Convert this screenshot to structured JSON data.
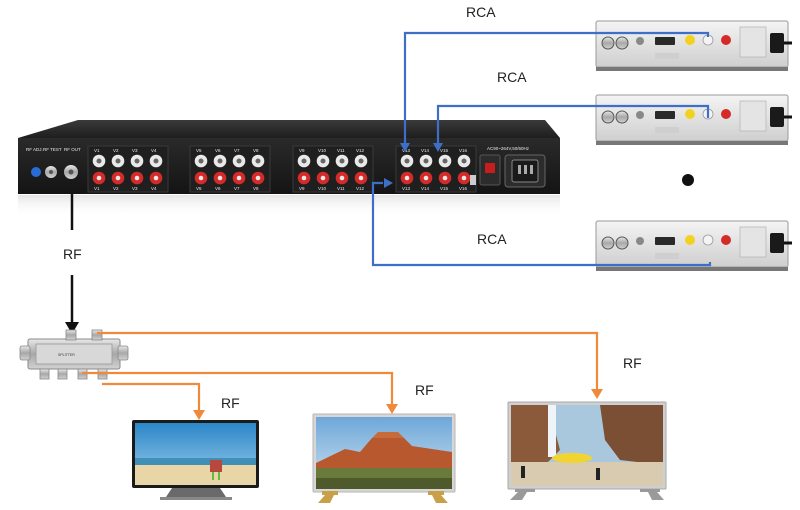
{
  "labels": {
    "rca_top": "RCA",
    "rca_middle": "RCA",
    "rca_bottom": "RCA",
    "rf_modulator": "RF",
    "rf_tv_small": "RF",
    "rf_tv_middle": "RF",
    "rf_tv_right": "RF"
  },
  "modulator": {
    "left_ports": [
      "RF ADJ.",
      "RF TEST",
      "RF OUT"
    ],
    "channel_groups": [
      {
        "top": [
          "V1",
          "V2",
          "V3",
          "V4"
        ],
        "bottom": [
          "V1",
          "V2",
          "V3",
          "V4"
        ]
      },
      {
        "top": [
          "V5",
          "V6",
          "V7",
          "V8"
        ],
        "bottom": [
          "V5",
          "V6",
          "V7",
          "V8"
        ]
      },
      {
        "top": [
          "V9",
          "V10",
          "V11",
          "V12"
        ],
        "bottom": [
          "V9",
          "V10",
          "V11",
          "V12"
        ]
      },
      {
        "top": [
          "V13",
          "V14",
          "V15",
          "V16"
        ],
        "bottom": [
          "V13",
          "V14",
          "V15",
          "V16"
        ]
      }
    ],
    "power_label": "AC90~264V,50/60Hz"
  },
  "colors": {
    "rca_cable": "#3e6fc6",
    "rf_cable_tv": "#f08a3a",
    "rf_cable_main": "#111111",
    "rack_body": "#232323"
  }
}
